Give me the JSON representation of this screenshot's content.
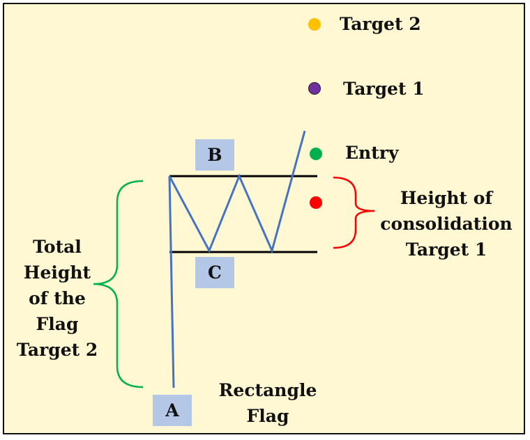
{
  "legend": [
    {
      "label": "Target 2",
      "color": "#ffc000"
    },
    {
      "label": "Target 1",
      "color": "#7030a0"
    },
    {
      "label": "Entry",
      "color": "#00b050"
    }
  ],
  "red_dot_color": "#ff0000",
  "points": {
    "a": "A",
    "b": "B",
    "c": "C"
  },
  "height_label": [
    "Height of",
    "consolidation",
    "Target 1"
  ],
  "total_label": [
    "Total",
    "Height",
    "of the",
    "Flag",
    "Target 2"
  ],
  "pattern_label": [
    "Rectangle",
    "Flag"
  ],
  "colors": {
    "background": "#fff8d2",
    "pattern_line": "#4472c4",
    "channel_lines": "#000000",
    "total_bracket": "#00b050",
    "height_bracket": "#ff0000",
    "point_box": "#b4c7e7"
  }
}
